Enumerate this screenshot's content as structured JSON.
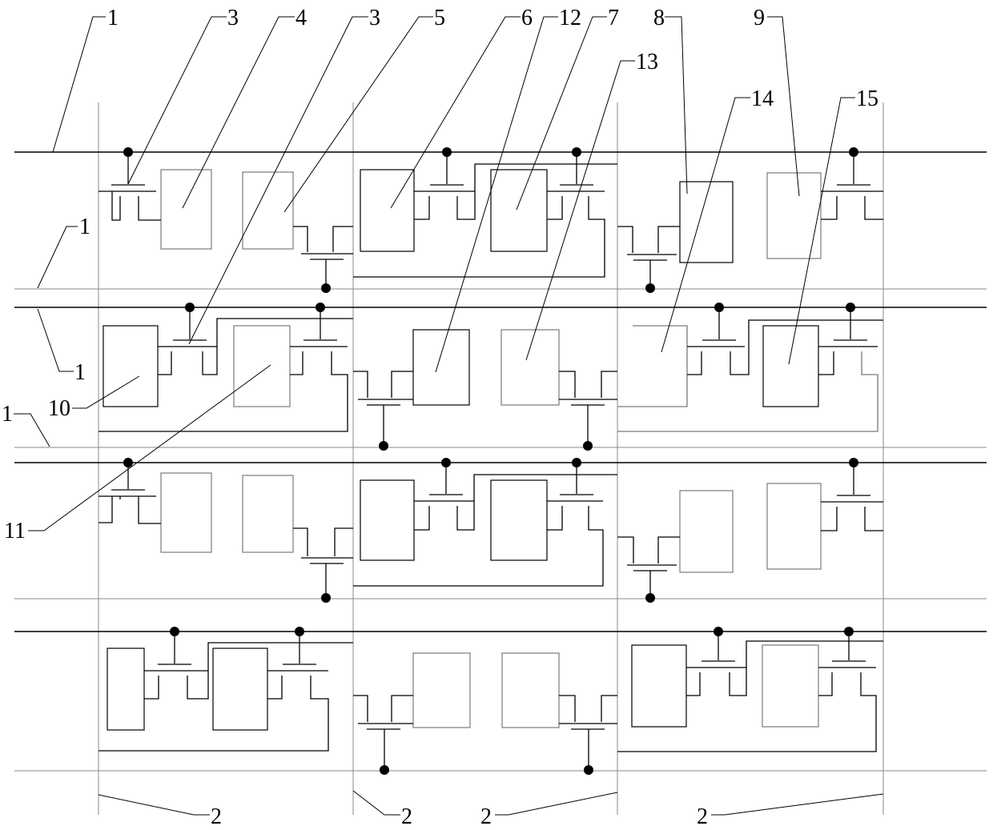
{
  "diagram": {
    "description_labels": {
      "gate_lines_label": "1",
      "data_lines_label": "2",
      "label_3a": "3",
      "label_4": "4",
      "label_3b": "3",
      "label_5": "5",
      "label_6": "6",
      "label_12": "12",
      "label_7": "7",
      "label_8": "8",
      "label_9": "9",
      "label_13": "13",
      "label_14": "14",
      "label_15": "15",
      "label_1_mid": "1",
      "label_1_left": "1",
      "label_1_lower": "1",
      "label_10": "10",
      "label_11": "11",
      "label_2a": "2",
      "label_2b": "2",
      "label_2c": "2",
      "label_2d": "2"
    },
    "colors": {
      "line": "#000000",
      "thin": "#7a7a7a"
    }
  }
}
